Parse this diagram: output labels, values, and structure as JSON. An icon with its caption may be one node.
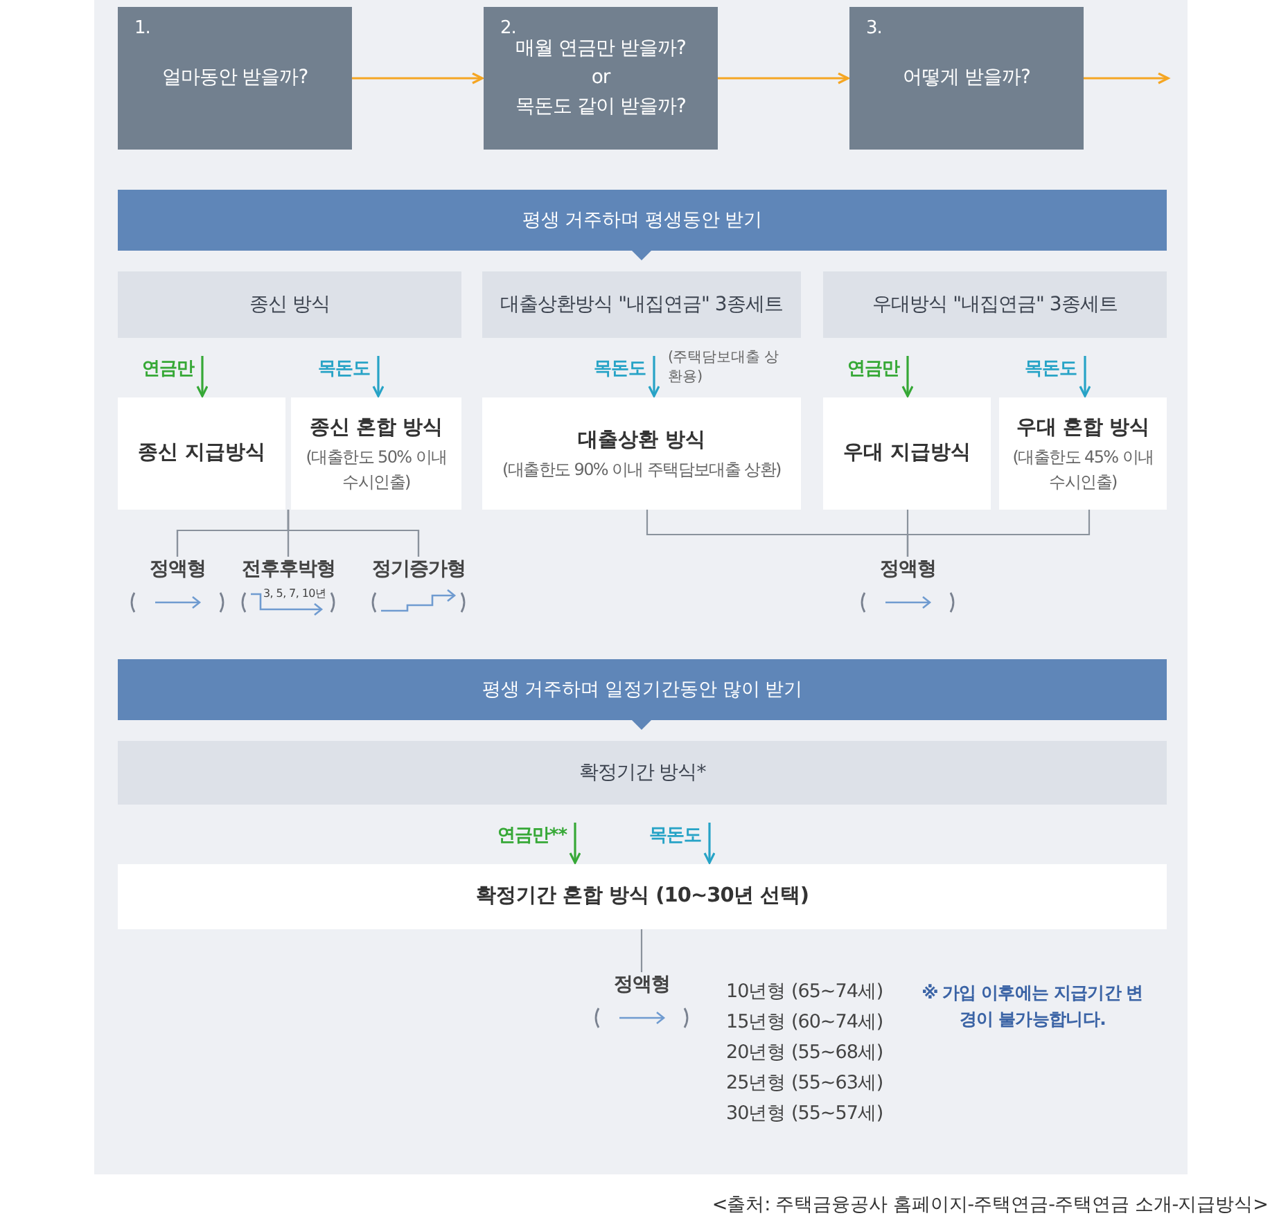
{
  "diagram": {
    "caption": "<출처: 주택금융공사 홈페이지-주택연금-주택연금 소개-지급방식>",
    "nodes": [
      {
        "text": [
          "1.",
          "얼마동안 받을까?"
        ]
      },
      {
        "text": [
          "2.",
          "매월 연금만 받을까?",
          "or",
          "목돈도 같이 받을까?"
        ]
      },
      {
        "text": [
          "3.",
          "어떻게 받을까?"
        ]
      },
      {
        "text": [
          "평생 거주하며 평생동안 받기"
        ]
      },
      {
        "text": [
          "종신 방식"
        ]
      },
      {
        "text": [
          "대출상환방식 \"내집연금\" 3종세트"
        ]
      },
      {
        "text": [
          "우대방식  \"내집연금\" 3종세트"
        ]
      },
      {
        "text": [
          "종신 지급방식"
        ]
      },
      {
        "text": [
          "종신 혼합 방식",
          "(대출한도 50% 이내 수시인출)"
        ]
      },
      {
        "text": [
          "대출상환 방식",
          "(대출한도 90% 이내 주택담보대출 상환)"
        ]
      },
      {
        "text": [
          "우대 지급방식"
        ]
      },
      {
        "text": [
          "우대 혼합 방식",
          "(대출한도 45% 이내 수시인출)"
        ]
      },
      {
        "text": [
          "정액형"
        ]
      },
      {
        "text": [
          "전후후박형",
          "3, 5, 7, 10년"
        ]
      },
      {
        "text": [
          "정기증가형"
        ]
      },
      {
        "text": [
          "정액형"
        ]
      },
      {
        "text": [
          "평생 거주하며 일정기간동안 많이 받기"
        ]
      },
      {
        "text": [
          "확정기간 방식*"
        ]
      },
      {
        "text": [
          "확정기간 혼합 방식 (10~30년 선택)"
        ]
      },
      {
        "text": [
          "정액형"
        ]
      }
    ],
    "edges": [
      {
        "from": 0,
        "to": 1,
        "arrow": "to",
        "color": "#f5a623"
      },
      {
        "from": 1,
        "to": 2,
        "arrow": "to",
        "color": "#f5a623"
      },
      {
        "from": 2,
        "to": null,
        "arrow": "to",
        "color": "#f5a623"
      },
      {
        "from": null,
        "to": 7,
        "arrow": "to",
        "label": "연금만",
        "color": "#36a836"
      },
      {
        "from": null,
        "to": 8,
        "arrow": "to",
        "label": "목돈도",
        "color": "#27a3c6"
      },
      {
        "from": null,
        "to": 9,
        "arrow": "to",
        "label": "목돈도",
        "color": "#27a3c6"
      },
      {
        "from": null,
        "to": 10,
        "arrow": "to",
        "label": "연금만",
        "color": "#36a836"
      },
      {
        "from": null,
        "to": 11,
        "arrow": "to",
        "label": "목돈도",
        "color": "#27a3c6"
      },
      {
        "from": 7,
        "to": 12,
        "arrow": "none"
      },
      {
        "from": 7,
        "to": 13,
        "arrow": "none"
      },
      {
        "from": 7,
        "to": 14,
        "arrow": "none"
      },
      {
        "from": 8,
        "to": 12,
        "arrow": "none"
      },
      {
        "from": 8,
        "to": 13,
        "arrow": "none"
      },
      {
        "from": 8,
        "to": 14,
        "arrow": "none"
      },
      {
        "from": 9,
        "to": 15,
        "arrow": "none"
      },
      {
        "from": 10,
        "to": 15,
        "arrow": "none"
      },
      {
        "from": 11,
        "to": 15,
        "arrow": "none"
      },
      {
        "from": null,
        "to": 18,
        "arrow": "to",
        "label": "연금만**",
        "color": "#36a836"
      },
      {
        "from": null,
        "to": 18,
        "arrow": "to",
        "label": "목돈도",
        "color": "#27a3c6"
      },
      {
        "from": 18,
        "to": 19,
        "arrow": "none"
      }
    ],
    "labels": [
      "(주택담보대출 상환용)",
      "10년형 (65~74세)",
      "15년형 (60~74세)",
      "20년형 (55~68세)",
      "25년형 (55~63세)",
      "30년형 (55~57세)",
      "※ 가입 이후에는 지급기간 변경이 불가능합니다."
    ]
  }
}
